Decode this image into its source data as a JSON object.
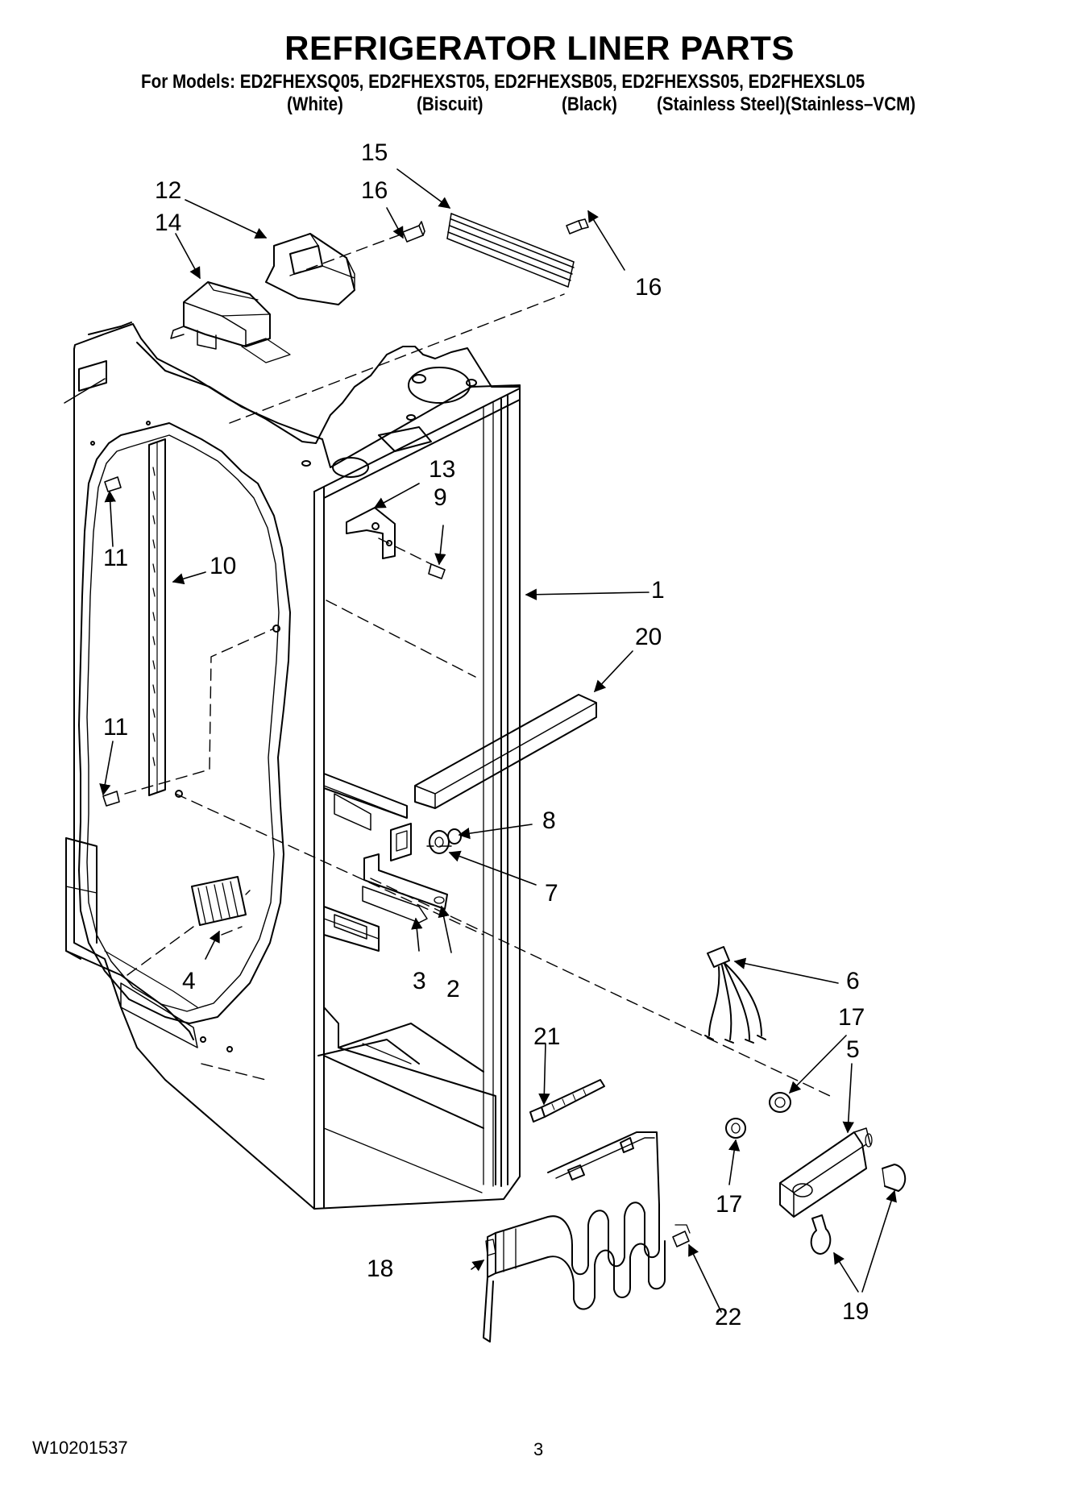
{
  "header": {
    "title": "REFRIGERATOR LINER PARTS",
    "models_line": "For Models: ED2FHEXSQ05, ED2FHEXST05, ED2FHEXSB05, ED2FHEXSS05, ED2FHEXSL05",
    "variants": [
      "(White)",
      "(Biscuit)",
      "(Black)",
      "(Stainless Steel)(Stainless–VCM)"
    ]
  },
  "callouts": [
    "15",
    "12",
    "16",
    "14",
    "16",
    "13",
    "9",
    "11",
    "10",
    "1",
    "20",
    "11",
    "8",
    "7",
    "4",
    "3",
    "2",
    "6",
    "17",
    "5",
    "21",
    "17",
    "18",
    "22",
    "19"
  ],
  "footer": {
    "doc_number": "W10201537",
    "page_number": "3"
  }
}
